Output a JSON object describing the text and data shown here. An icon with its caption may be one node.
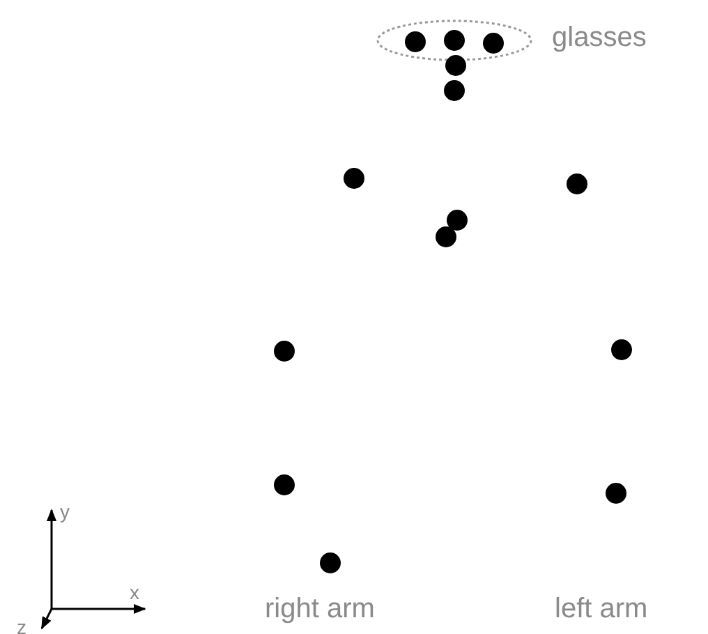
{
  "diagram": {
    "labels": [
      "glasses",
      "y",
      "x",
      "z",
      "right arm",
      "left arm"
    ]
  }
}
